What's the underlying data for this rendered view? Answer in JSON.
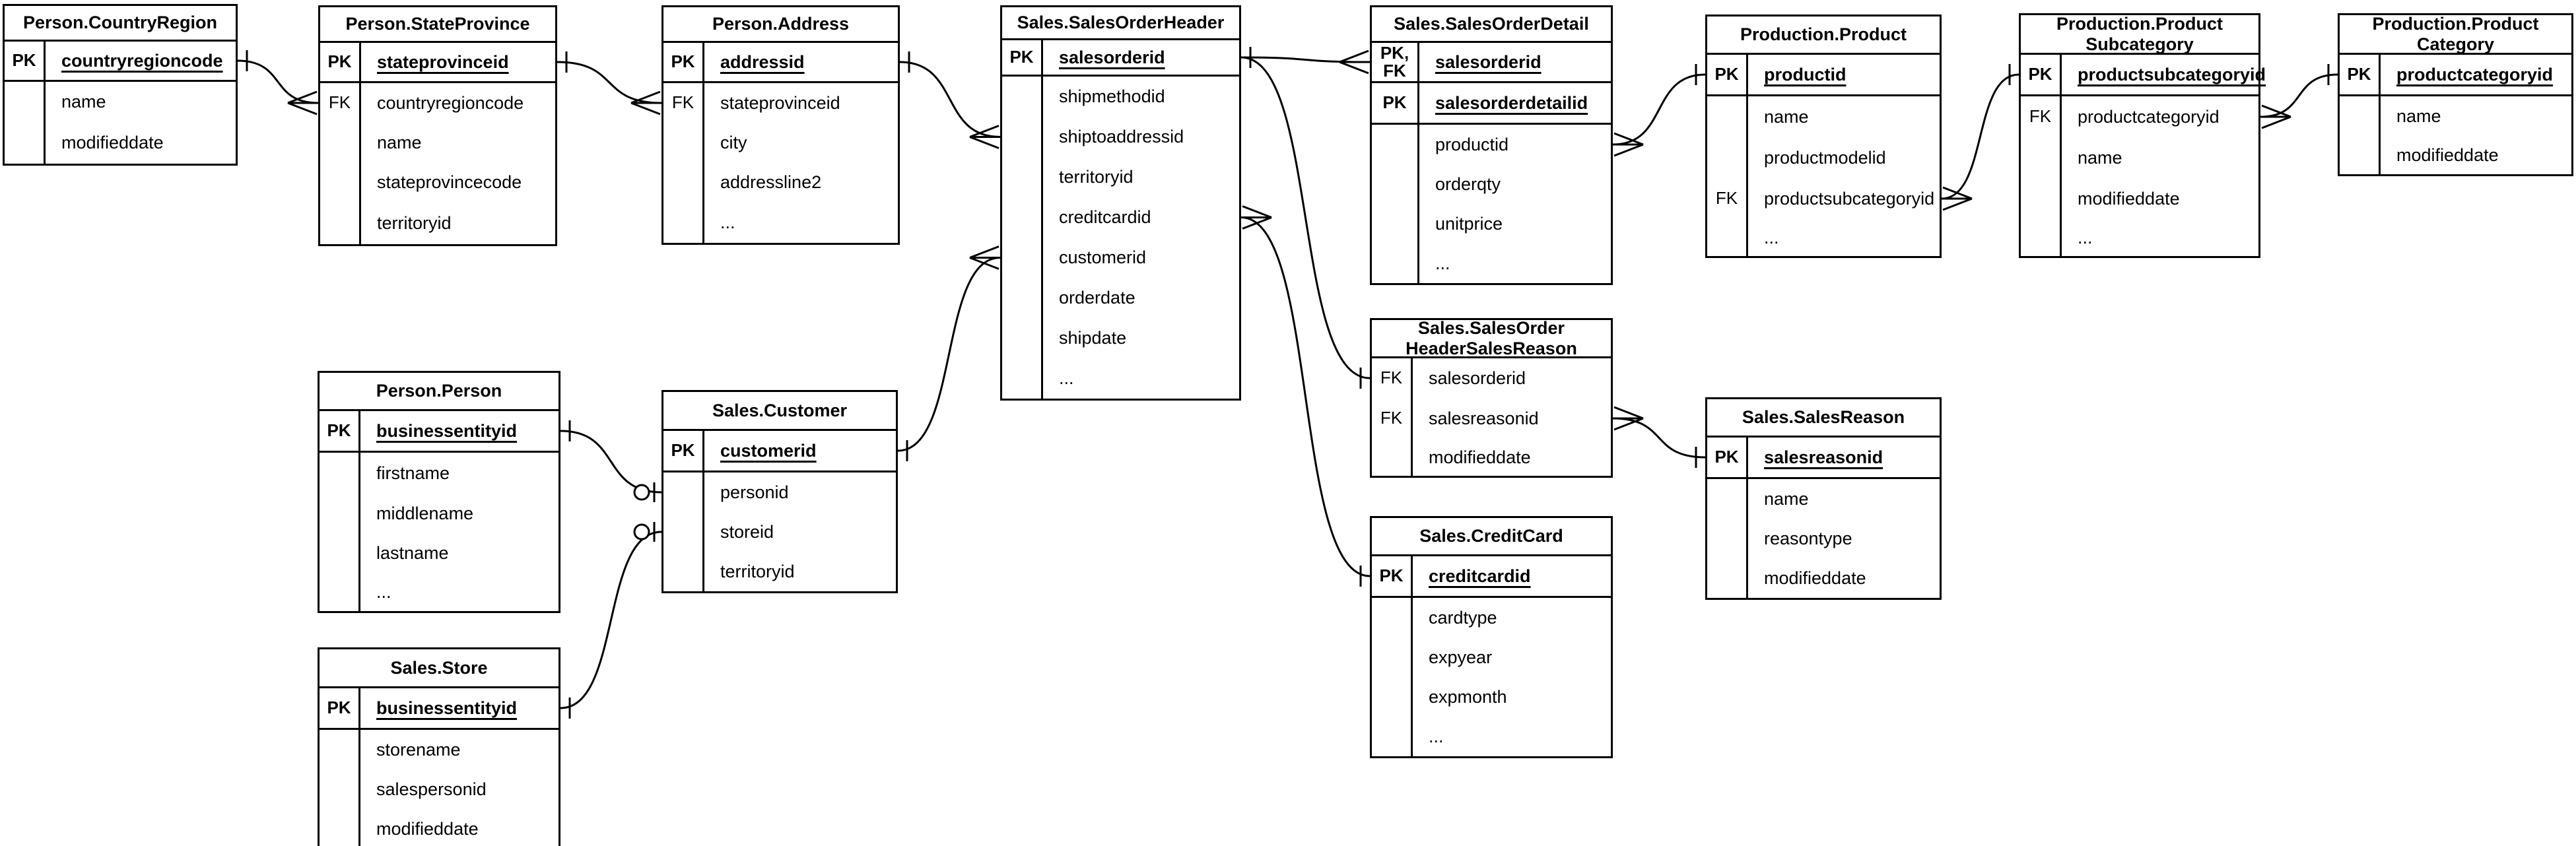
{
  "colors": {
    "line": "#000000",
    "background": "#ffffff",
    "text": "#000000"
  },
  "entities": [
    {
      "id": "countryregion",
      "title": [
        "Person.CountryRegion"
      ],
      "sections": [
        [
          {
            "key": "PK",
            "field": "countryregioncode",
            "pk": true
          }
        ],
        [
          {
            "key": "",
            "field": "name"
          },
          {
            "key": "",
            "field": "modifieddate"
          }
        ]
      ]
    },
    {
      "id": "stateprovince",
      "title": [
        "Person.StateProvince"
      ],
      "sections": [
        [
          {
            "key": "PK",
            "field": "stateprovinceid",
            "pk": true
          }
        ],
        [
          {
            "key": "FK",
            "field": "countryregioncode"
          },
          {
            "key": "",
            "field": "name"
          },
          {
            "key": "",
            "field": "stateprovincecode"
          },
          {
            "key": "",
            "field": "territoryid"
          }
        ]
      ]
    },
    {
      "id": "address",
      "title": [
        "Person.Address"
      ],
      "sections": [
        [
          {
            "key": "PK",
            "field": "addressid",
            "pk": true
          }
        ],
        [
          {
            "key": "FK",
            "field": "stateprovinceid"
          },
          {
            "key": "",
            "field": "city"
          },
          {
            "key": "",
            "field": "addressline2"
          },
          {
            "key": "",
            "field": "..."
          }
        ]
      ]
    },
    {
      "id": "salesorderheader",
      "title": [
        "Sales.SalesOrderHeader"
      ],
      "sections": [
        [
          {
            "key": "PK",
            "field": "salesorderid",
            "pk": true
          }
        ],
        [
          {
            "key": "",
            "field": "shipmethodid"
          },
          {
            "key": "",
            "field": "shiptoaddressid"
          },
          {
            "key": "",
            "field": "territoryid"
          },
          {
            "key": "",
            "field": "creditcardid"
          },
          {
            "key": "",
            "field": "customerid"
          },
          {
            "key": "",
            "field": "orderdate"
          },
          {
            "key": "",
            "field": "shipdate"
          },
          {
            "key": "",
            "field": "..."
          }
        ]
      ]
    },
    {
      "id": "salesorderdetail",
      "title": [
        "Sales.SalesOrderDetail"
      ],
      "sections": [
        [
          {
            "key": "PK,\nFK",
            "field": "salesorderid",
            "pk": true
          }
        ],
        [
          {
            "key": "PK",
            "field": "salesorderdetailid",
            "pk": true
          }
        ],
        [
          {
            "key": "",
            "field": "productid"
          },
          {
            "key": "",
            "field": "orderqty"
          },
          {
            "key": "",
            "field": "unitprice"
          },
          {
            "key": "",
            "field": "..."
          }
        ]
      ]
    },
    {
      "id": "product",
      "title": [
        "Production.Product"
      ],
      "sections": [
        [
          {
            "key": "PK",
            "field": "productid",
            "pk": true
          }
        ],
        [
          {
            "key": "",
            "field": "name"
          },
          {
            "key": "",
            "field": "productmodelid"
          },
          {
            "key": "FK",
            "field": "productsubcategoryid"
          },
          {
            "key": "",
            "field": "..."
          }
        ]
      ]
    },
    {
      "id": "productsubcategory",
      "title": [
        "Production.Product",
        "Subcategory"
      ],
      "sections": [
        [
          {
            "key": "PK",
            "field": "productsubcategoryid",
            "pk": true
          }
        ],
        [
          {
            "key": "FK",
            "field": "productcategoryid"
          },
          {
            "key": "",
            "field": "name"
          },
          {
            "key": "",
            "field": "modifieddate"
          },
          {
            "key": "",
            "field": "..."
          }
        ]
      ]
    },
    {
      "id": "productcategory",
      "title": [
        "Production.Product",
        "Category"
      ],
      "sections": [
        [
          {
            "key": "PK",
            "field": "productcategoryid",
            "pk": true
          }
        ],
        [
          {
            "key": "",
            "field": "name"
          },
          {
            "key": "",
            "field": "modifieddate"
          }
        ]
      ]
    },
    {
      "id": "person",
      "title": [
        "Person.Person"
      ],
      "sections": [
        [
          {
            "key": "PK",
            "field": "businessentityid",
            "pk": true
          }
        ],
        [
          {
            "key": "",
            "field": "firstname"
          },
          {
            "key": "",
            "field": "middlename"
          },
          {
            "key": "",
            "field": "lastname"
          },
          {
            "key": "",
            "field": "..."
          }
        ]
      ]
    },
    {
      "id": "customer",
      "title": [
        "Sales.Customer"
      ],
      "sections": [
        [
          {
            "key": "PK",
            "field": "customerid",
            "pk": true
          }
        ],
        [
          {
            "key": "",
            "field": "personid"
          },
          {
            "key": "",
            "field": "storeid"
          },
          {
            "key": "",
            "field": "territoryid"
          }
        ]
      ]
    },
    {
      "id": "store",
      "title": [
        "Sales.Store"
      ],
      "sections": [
        [
          {
            "key": "PK",
            "field": "businessentityid",
            "pk": true
          }
        ],
        [
          {
            "key": "",
            "field": "storename"
          },
          {
            "key": "",
            "field": "salespersonid"
          },
          {
            "key": "",
            "field": "modifieddate"
          }
        ]
      ]
    },
    {
      "id": "headersalesreason",
      "title": [
        "Sales.SalesOrder",
        "HeaderSalesReason"
      ],
      "sections": [
        [
          {
            "key": "FK",
            "field": "salesorderid"
          },
          {
            "key": "FK",
            "field": "salesreasonid"
          },
          {
            "key": "",
            "field": "modifieddate"
          }
        ]
      ]
    },
    {
      "id": "salesreason",
      "title": [
        "Sales.SalesReason"
      ],
      "sections": [
        [
          {
            "key": "PK",
            "field": "salesreasonid",
            "pk": true
          }
        ],
        [
          {
            "key": "",
            "field": "name"
          },
          {
            "key": "",
            "field": "reasontype"
          },
          {
            "key": "",
            "field": "modifieddate"
          }
        ]
      ]
    },
    {
      "id": "creditcard",
      "title": [
        "Sales.CreditCard"
      ],
      "sections": [
        [
          {
            "key": "PK",
            "field": "creditcardid",
            "pk": true
          }
        ],
        [
          {
            "key": "",
            "field": "cardtype"
          },
          {
            "key": "",
            "field": "expyear"
          },
          {
            "key": "",
            "field": "expmonth"
          },
          {
            "key": "",
            "field": "..."
          }
        ]
      ]
    }
  ],
  "relationships": [
    {
      "from": "countryregion.countryregioncode",
      "to": "stateprovince.countryregioncode",
      "from_end": "one",
      "to_end": "many"
    },
    {
      "from": "stateprovince.stateprovinceid",
      "to": "address.stateprovinceid",
      "from_end": "one",
      "to_end": "many"
    },
    {
      "from": "address.addressid",
      "to": "salesorderheader.shiptoaddressid",
      "from_end": "one",
      "to_end": "many"
    },
    {
      "from": "customer.customerid",
      "to": "salesorderheader.customerid",
      "from_end": "one",
      "to_end": "many"
    },
    {
      "from": "salesorderheader.salesorderid",
      "to": "salesorderdetail.salesorderid",
      "from_end": "one",
      "to_end": "many"
    },
    {
      "from": "salesorderheader.salesorderid",
      "to": "headersalesreason.salesorderid",
      "from_end": "one",
      "to_end": "one"
    },
    {
      "from": "salesorderheader.creditcardid",
      "to": "creditcard.creditcardid",
      "from_end": "many",
      "to_end": "one"
    },
    {
      "from": "salesorderdetail.productid",
      "to": "product.productid",
      "from_end": "many",
      "to_end": "one"
    },
    {
      "from": "headersalesreason.salesreasonid",
      "to": "salesreason.salesreasonid",
      "from_end": "many",
      "to_end": "one"
    },
    {
      "from": "product.productsubcategoryid",
      "to": "productsubcategory.productsubcategoryid",
      "from_end": "many",
      "to_end": "one"
    },
    {
      "from": "productsubcategory.productcategoryid",
      "to": "productcategory.productcategoryid",
      "from_end": "many",
      "to_end": "one"
    },
    {
      "from": "person.businessentityid",
      "to": "customer.personid",
      "from_end": "one",
      "to_end": "zero-one"
    },
    {
      "from": "store.businessentityid",
      "to": "customer.storeid",
      "from_end": "one",
      "to_end": "zero-one"
    }
  ]
}
